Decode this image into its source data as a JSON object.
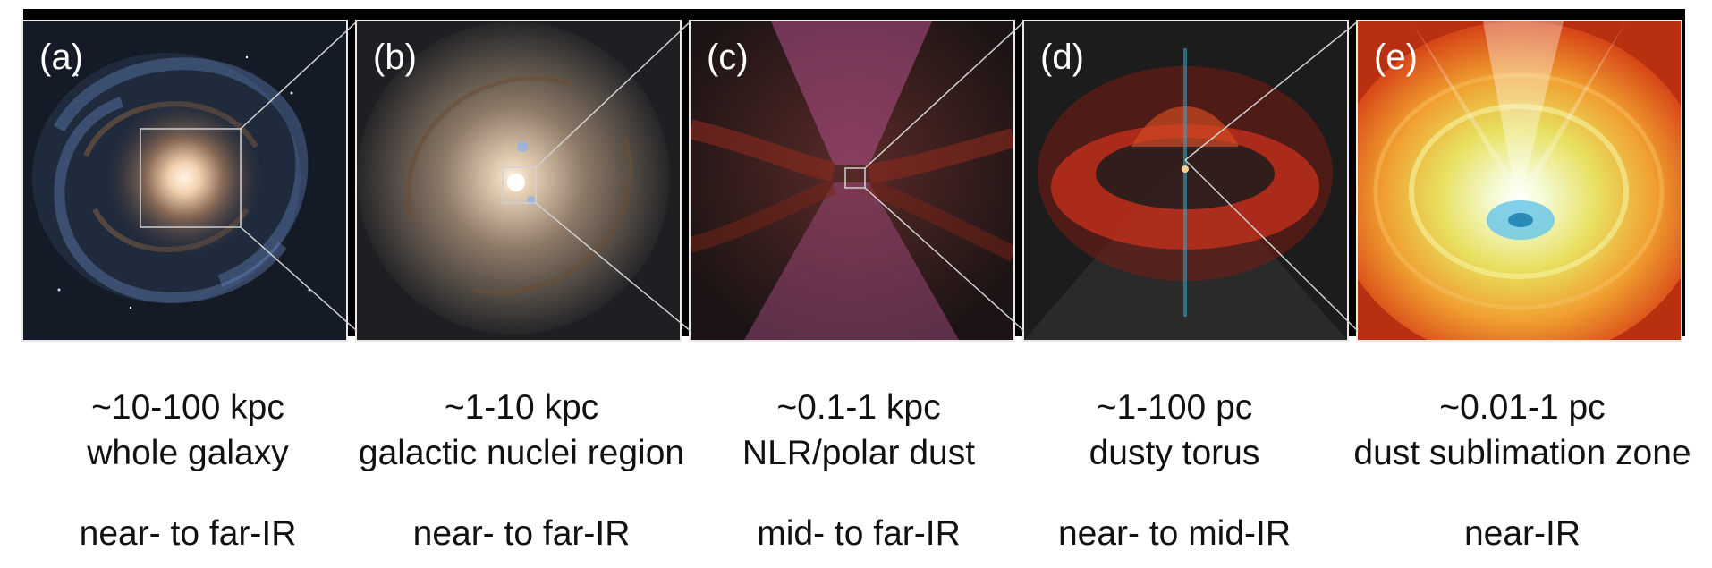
{
  "panels": [
    {
      "label": "(a)",
      "scale": "~10-100 kpc",
      "region": "whole galaxy",
      "wavelength": "near- to far-IR"
    },
    {
      "label": "(b)",
      "scale": "~1-10 kpc",
      "region": "galactic nuclei region",
      "wavelength": "near- to far-IR"
    },
    {
      "label": "(c)",
      "scale": "~0.1-1 kpc",
      "region": "NLR/polar dust",
      "wavelength": "mid- to far-IR"
    },
    {
      "label": "(d)",
      "scale": "~1-100 pc",
      "region": "dusty torus",
      "wavelength": "near- to mid-IR"
    },
    {
      "label": "(e)",
      "scale": "~0.01-1 pc",
      "region": "dust sublimation zone",
      "wavelength": "near-IR"
    }
  ],
  "colors": {
    "frame": "#000000",
    "panel_border": "#e8e8e8",
    "zoom_lines": "#d0d0d0",
    "galaxy_core": "#f3d2b0",
    "polar_dust": "#b0508c",
    "torus": "#c8321c",
    "sublimation_zone": "#e8e060",
    "accretion_disk": "#6cc8e8"
  }
}
